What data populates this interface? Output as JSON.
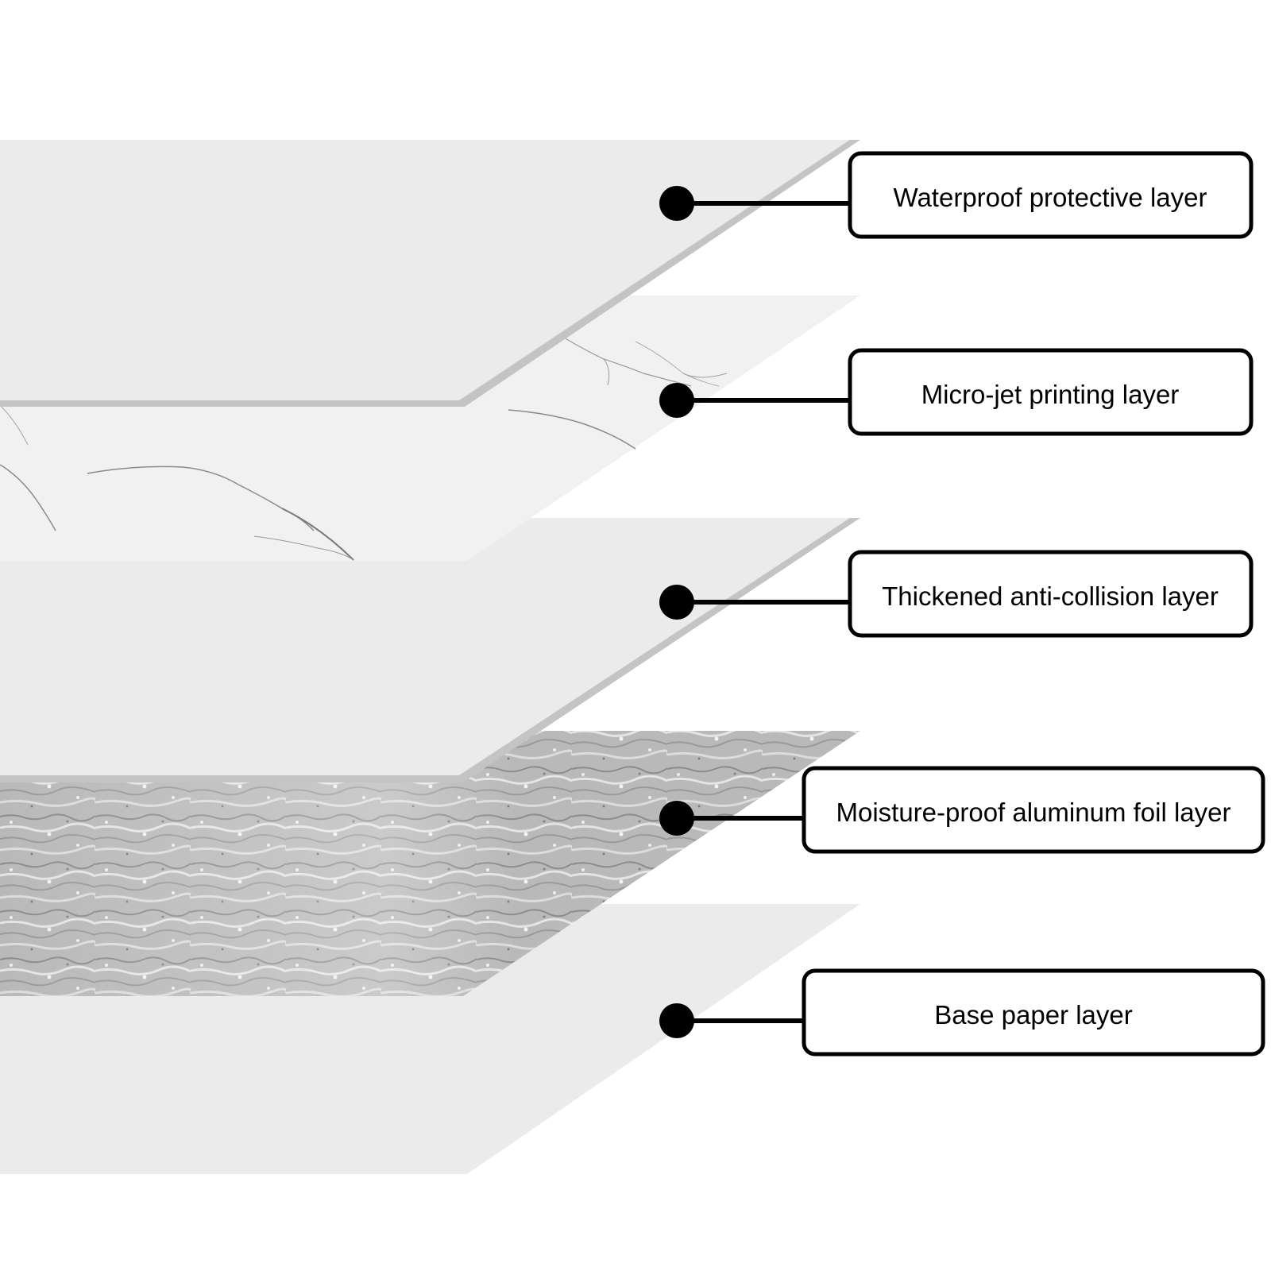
{
  "diagram": {
    "layers": [
      {
        "name": "waterproof",
        "label": "Waterproof protective layer",
        "surface": "plain"
      },
      {
        "name": "printing",
        "label": "Micro-jet printing layer",
        "surface": "marble"
      },
      {
        "name": "anti-collision",
        "label": "Thickened anti-collision layer",
        "surface": "plain"
      },
      {
        "name": "aluminum-foil",
        "label": "Moisture-proof aluminum foil layer",
        "surface": "foil"
      },
      {
        "name": "base-paper",
        "label": "Base paper layer",
        "surface": "plain"
      }
    ],
    "colors": {
      "plain_layer": "#ebebeb",
      "edge": "#c4c4c4",
      "marble": "#f1f1f1",
      "marble_vein": "#8a8a8a",
      "foil": "#b9b9b9",
      "foil_dark": "#8c8c8c",
      "foil_light": "#e4e4e4",
      "marker": "#000000",
      "box_border": "#000000",
      "box_fill": "#ffffff"
    }
  }
}
